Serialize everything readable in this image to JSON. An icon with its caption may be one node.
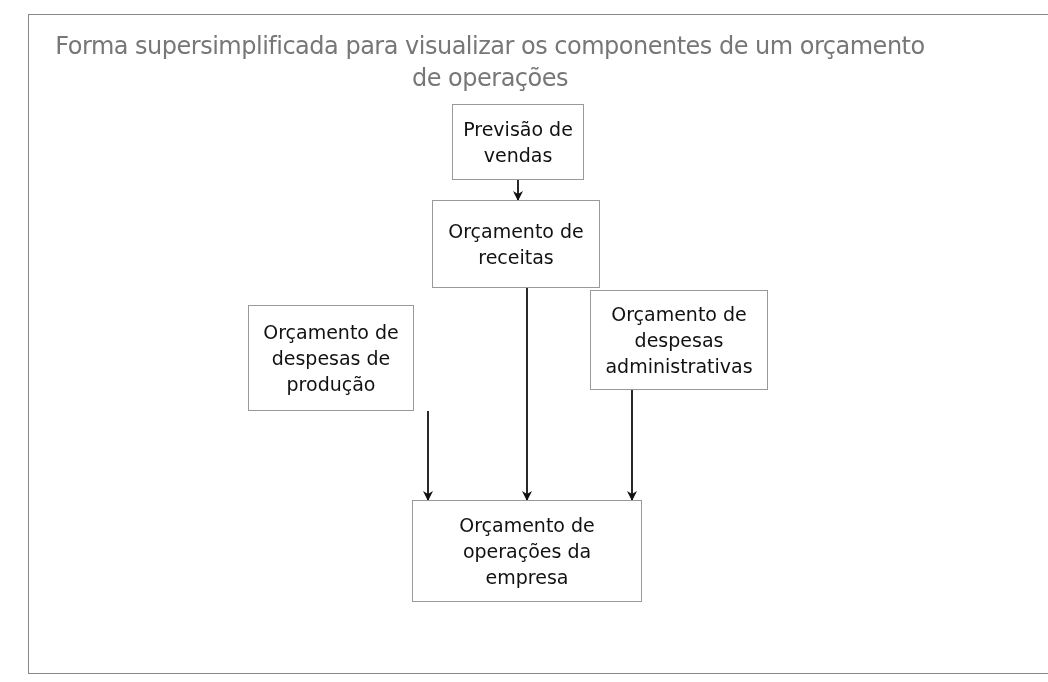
{
  "diagram": {
    "title": "Forma supersimplificada para visualizar os componentes de um orçamento de operações",
    "nodes": [
      {
        "text": [
          "Previsão de vendas"
        ]
      },
      {
        "text": [
          "Orçamento de receitas"
        ]
      },
      {
        "text": [
          "Orçamento de despesas de produção"
        ]
      },
      {
        "text": [
          "Orçamento de despesas administrativas"
        ]
      },
      {
        "text": [
          "Orçamento de operações da empresa"
        ]
      }
    ],
    "edges": [
      {
        "from": 0,
        "to": 1,
        "arrow": "to"
      },
      {
        "from": 1,
        "to": 4,
        "arrow": "to"
      },
      {
        "from": 2,
        "to": 4,
        "arrow": "to"
      },
      {
        "from": 3,
        "to": 4,
        "arrow": "to"
      }
    ]
  }
}
